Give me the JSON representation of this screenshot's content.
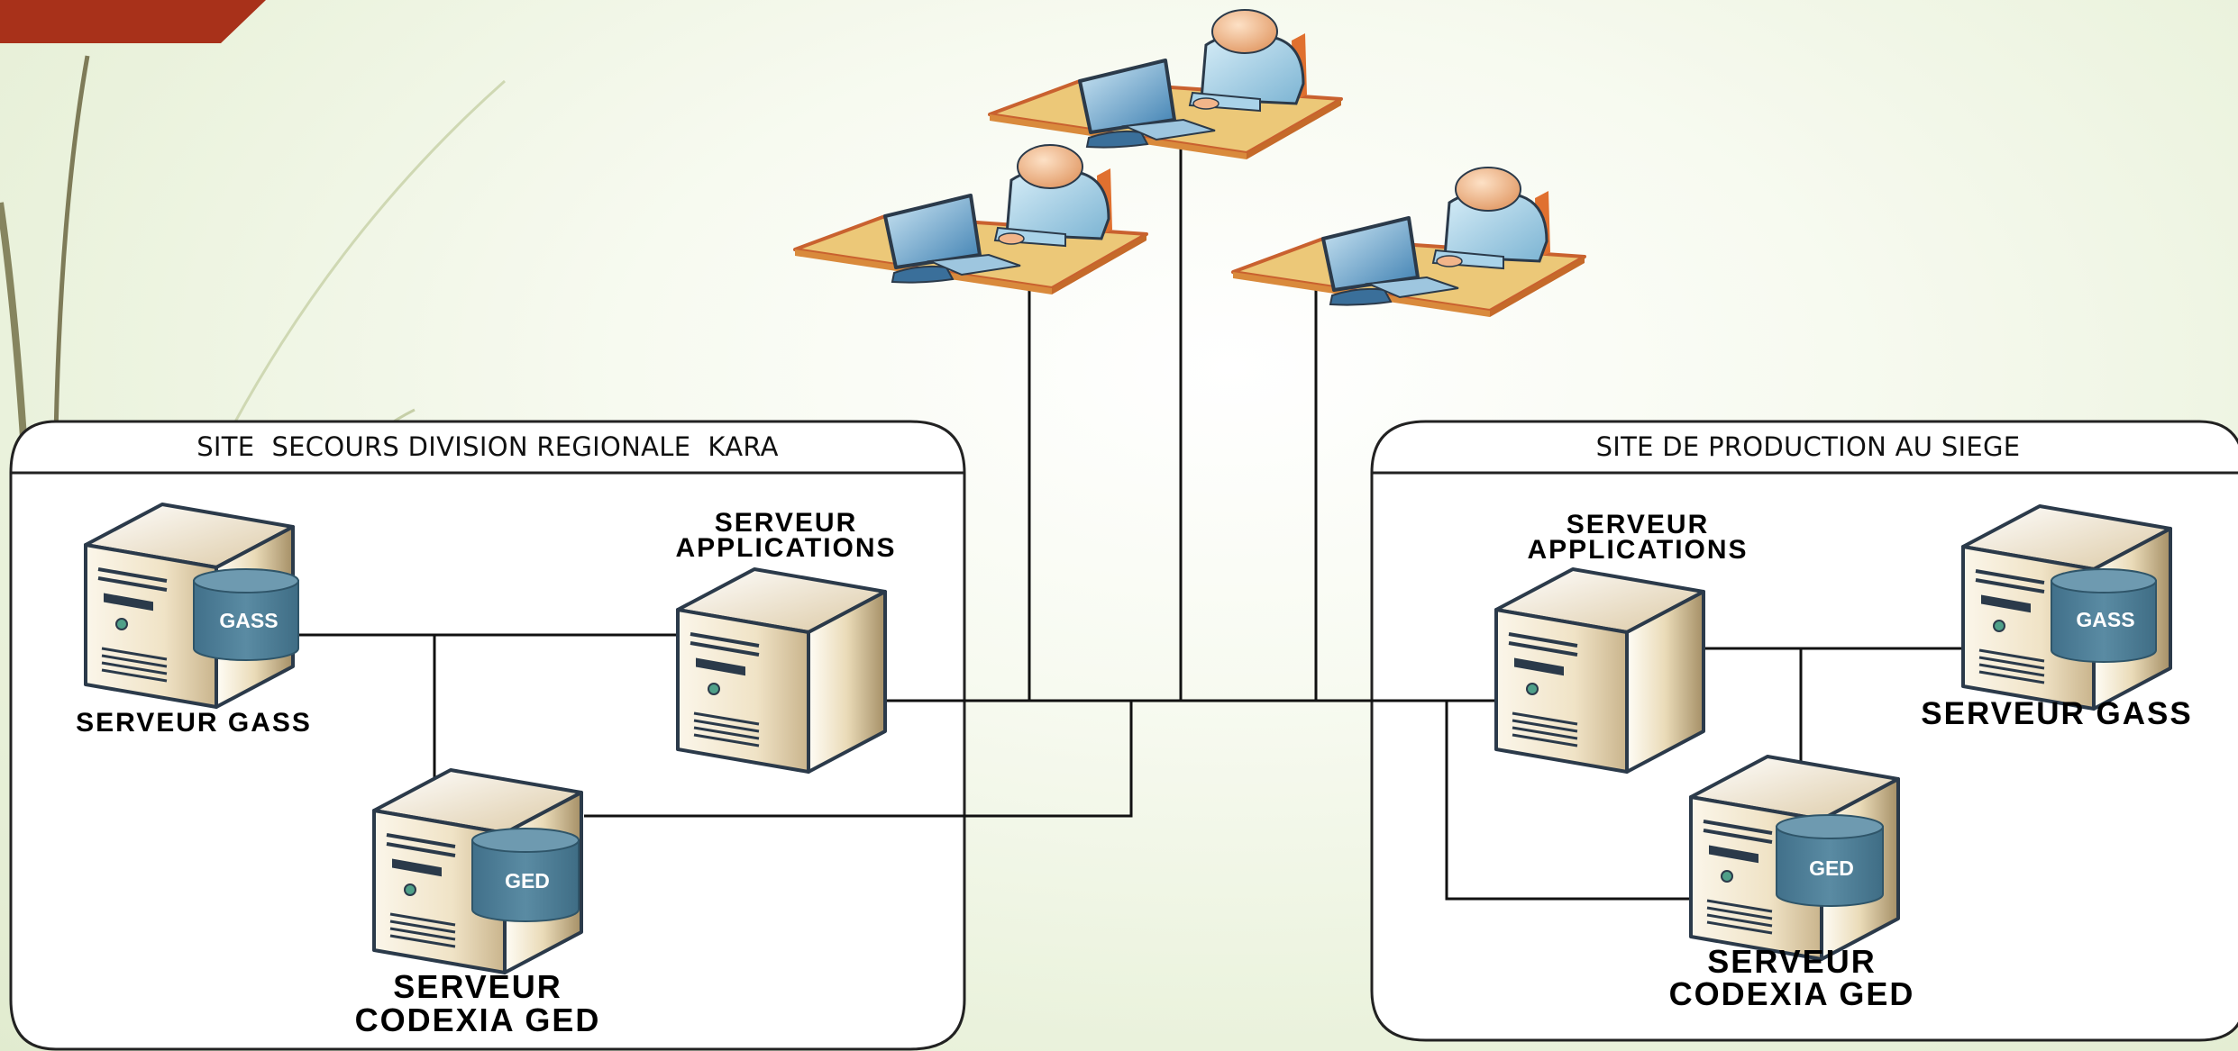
{
  "sites": {
    "left": {
      "title": "SITE  SECOURS DIVISION REGIONALE  KARA",
      "gass_db": "GASS",
      "gass_label": "SERVEUR GASS",
      "apps_label_1": "SERVEUR",
      "apps_label_2": "APPLICATIONS",
      "ged_db": "GED",
      "ged_label_1": "SERVEUR",
      "ged_label_2": "CODEXIA GED"
    },
    "right": {
      "title": "SITE DE PRODUCTION AU SIEGE",
      "apps_label_1": "SERVEUR",
      "apps_label_2": "APPLICATIONS",
      "gass_db": "GASS",
      "gass_label": "SERVEUR GASS",
      "ged_db": "GED",
      "ged_label_1": "SERVEUR",
      "ged_label_2": "CODEXIA GED"
    }
  },
  "colors": {
    "accent_banner": "#a8311a",
    "db_cylinder": "#4f7f97",
    "server_body": "#efe2c8",
    "desk": "#ecc878"
  }
}
